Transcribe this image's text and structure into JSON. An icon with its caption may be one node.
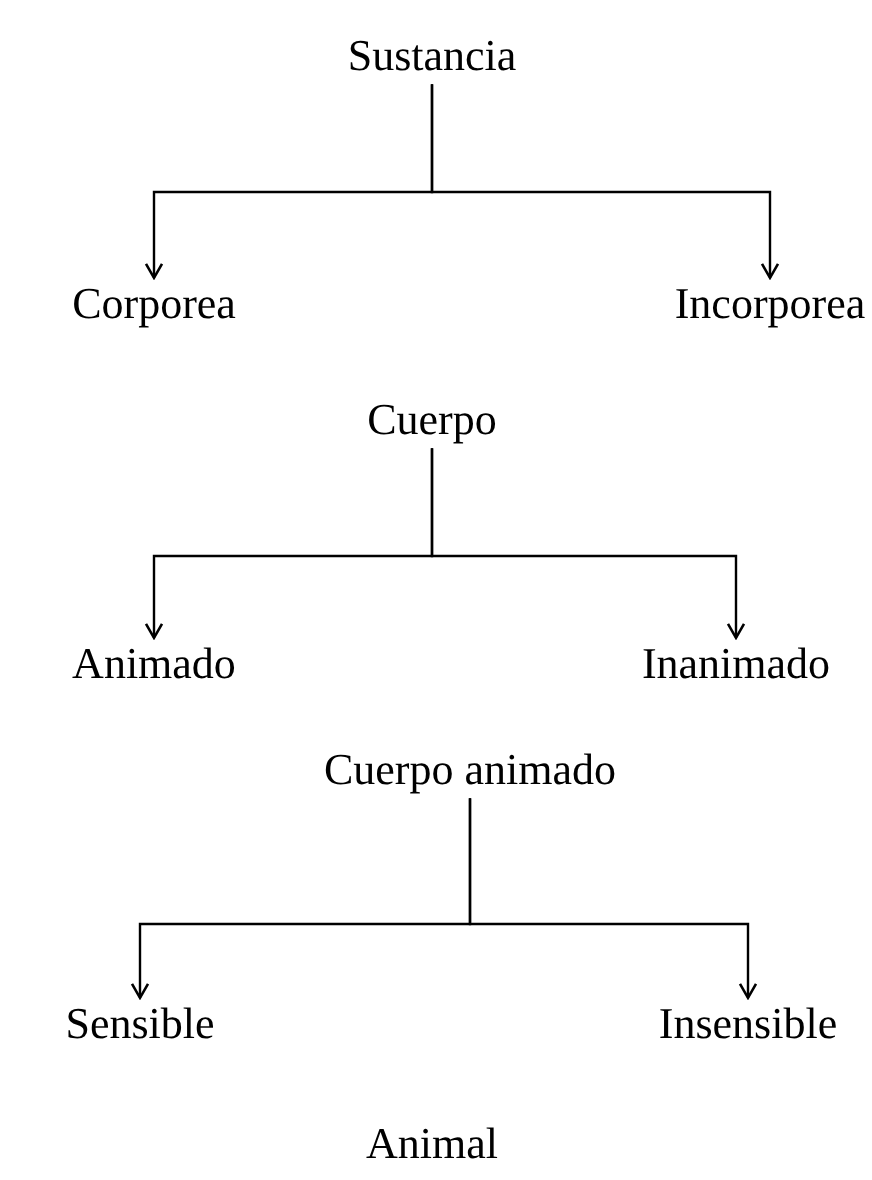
{
  "diagram": {
    "nodes": [
      {
        "text": [
          "Sustancia"
        ]
      },
      {
        "text": [
          "Corporea"
        ]
      },
      {
        "text": [
          "Incorporea"
        ]
      },
      {
        "text": [
          "Cuerpo"
        ]
      },
      {
        "text": [
          "Animado"
        ]
      },
      {
        "text": [
          "Inanimado"
        ]
      },
      {
        "text": [
          "Cuerpo animado"
        ]
      },
      {
        "text": [
          "Sensible"
        ]
      },
      {
        "text": [
          "Insensible"
        ]
      }
    ],
    "edges": [
      {
        "from": 0,
        "to": 1,
        "arrow": "to"
      },
      {
        "from": 0,
        "to": 2,
        "arrow": "to"
      },
      {
        "from": 3,
        "to": 4,
        "arrow": "to"
      },
      {
        "from": 3,
        "to": 5,
        "arrow": "to"
      },
      {
        "from": 6,
        "to": 7,
        "arrow": "to"
      },
      {
        "from": 6,
        "to": 8,
        "arrow": "to"
      }
    ],
    "labels": [
      "Animal"
    ]
  }
}
